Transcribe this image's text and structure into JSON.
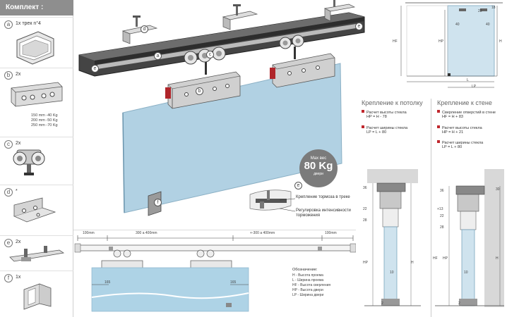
{
  "kit": {
    "title": "Комплект :",
    "items": [
      {
        "letter": "a",
        "qty": "1x трек n°4",
        "icon": "track-profile-icon"
      },
      {
        "letter": "b",
        "qty": "2x",
        "icon": "hanger-plate-icon",
        "notes": [
          "150 mm -40 Kg",
          "200 mm -50 Kg",
          "250 mm -70 Kg"
        ]
      },
      {
        "letter": "c",
        "qty": "2x",
        "icon": "roller-carriage-icon"
      },
      {
        "letter": "d",
        "qty": "*",
        "icon": "ceiling-bracket-icon"
      },
      {
        "letter": "e",
        "qty": "2x",
        "icon": "stopper-brake-icon"
      },
      {
        "letter": "f",
        "qty": "1x",
        "icon": "floor-guide-icon"
      }
    ]
  },
  "main": {
    "callouts": [
      "a",
      "b",
      "c",
      "d",
      "e",
      "f"
    ],
    "badge": {
      "top": "Max вес",
      "value": "80 Kg",
      "bottom": "двери"
    },
    "detail": {
      "letter": "e",
      "label1": "Крепление тормоза в треке",
      "label2": "Регулировка интенсивности торможения"
    }
  },
  "bottom_drawing": {
    "dims": [
      "100mm",
      "300 a 400mm",
      "+-300 a 400mm",
      "100mm"
    ],
    "offsets": [
      "165",
      "165"
    ],
    "legend_title": "Обозначение:",
    "legend": [
      {
        "k": "H",
        "v": "Высота проема"
      },
      {
        "k": "L",
        "v": "Ширина проема"
      },
      {
        "k": "HF",
        "v": "Высота сверления"
      },
      {
        "k": "HP",
        "v": "Высота двери"
      },
      {
        "k": "LP",
        "v": "Ширина двери"
      }
    ]
  },
  "top_right": {
    "dims": [
      "HF",
      "HP",
      "H",
      "L",
      "LP",
      "40",
      "40",
      "28",
      "18"
    ]
  },
  "ceiling": {
    "title": "Крепление к потолку",
    "items": [
      {
        "label": "Расчет высоты стекла",
        "formula": "HP = H - 78"
      },
      {
        "label": "Расчет ширины стекла",
        "formula": "LP = L + 80"
      }
    ],
    "dims": [
      "36",
      "22",
      "28",
      "HP",
      "H",
      "10",
      "2"
    ]
  },
  "wall": {
    "title": "Крепление к стене",
    "items": [
      {
        "label": "Сверление отверстий в стене",
        "formula": "HF = H + 83"
      },
      {
        "label": "Расчет высоты стекла",
        "formula": "HP = H + 21"
      },
      {
        "label": "Расчет ширины стекла",
        "formula": "LP = L + 80"
      }
    ],
    "dims": [
      "36",
      "+13",
      "22",
      "28",
      "HF",
      "HP",
      "H",
      "10",
      "2",
      "30"
    ]
  }
}
